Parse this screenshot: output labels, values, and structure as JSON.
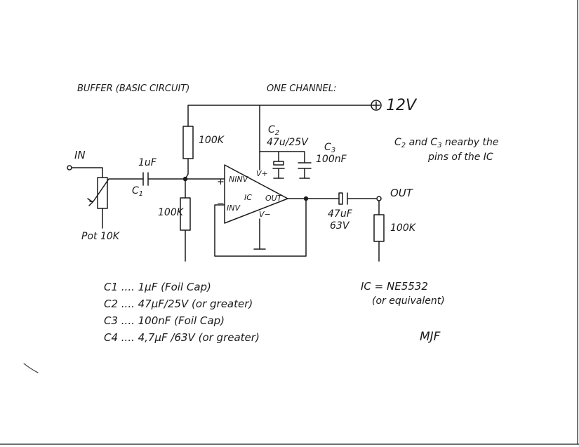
{
  "header": {
    "title": "BUFFER (BASIC CIRCUIT)",
    "subtitle": "ONE CHANNEL:"
  },
  "supply": {
    "label": "12V"
  },
  "io": {
    "input": "IN",
    "output": "OUT"
  },
  "parts": {
    "pot": "Pot 10K",
    "c1_letter": "C",
    "c1_index": "1",
    "c1_value": "1uF",
    "r_top": "100K",
    "r_bottom": "100K",
    "r_out": "100K",
    "c2_letter": "C",
    "c2_index": "2",
    "c2_value": "47u/25V",
    "c3_letter": "C",
    "c3_index": "3",
    "c3_value": "100nF",
    "c4_value_top": "47uF",
    "c4_value_bottom": "63V"
  },
  "ic": {
    "name": "IC",
    "pin_ninv": "NINV",
    "pin_inv": "INV",
    "pin_out": "OUT",
    "pin_vplus": "V+",
    "pin_vminus": "V−",
    "sign_plus": "+",
    "sign_minus": "−"
  },
  "note": {
    "c2": "C",
    "c2_index": "2",
    "and": "and",
    "c3": "C",
    "c3_index": "3",
    "line1_rest": "nearby the",
    "line2": "pins of the IC"
  },
  "parts_list": [
    {
      "label": "C1 .... 1µF (Foil Cap)"
    },
    {
      "label": "C2 .... 47µF/25V (or greater)"
    },
    {
      "label": "C3 .... 100nF (Foil Cap)"
    },
    {
      "label": "C4 .... 4,7µF /63V (or greater)"
    }
  ],
  "ic_note": {
    "line1": "IC = NE5532",
    "line2": "(or equivalent)"
  },
  "signature": "MJF"
}
